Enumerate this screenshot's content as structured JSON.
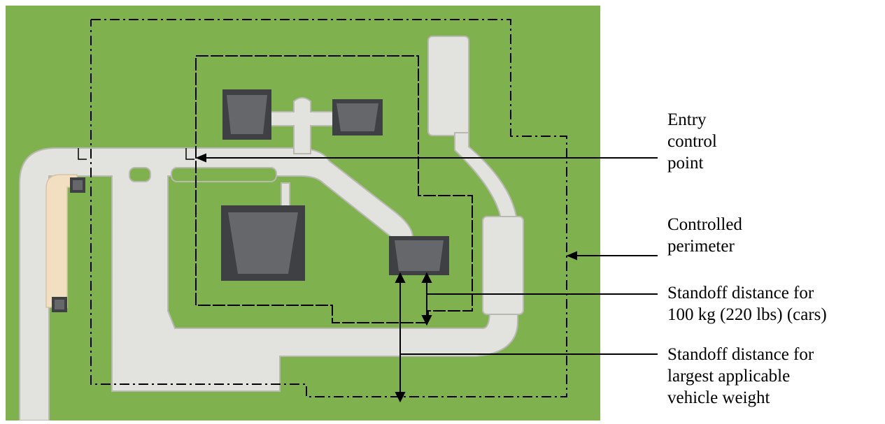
{
  "labels": {
    "entry_control_point": [
      "Entry",
      "control",
      "point"
    ],
    "controlled_perimeter": [
      "Controlled",
      "perimeter"
    ],
    "standoff_cars": [
      "Standoff distance for",
      "100 kg (220 lbs) (cars)"
    ],
    "standoff_largest": [
      "Standoff distance for",
      "largest applicable",
      "vehicle weight"
    ]
  },
  "colors": {
    "grass": "#7fb24e",
    "road": "#e2e2df",
    "road_edge": "#b9b9b2",
    "sand": "#f2dfc2",
    "building_top": "#65676a",
    "building_side": "#3e4043",
    "line": "#000000",
    "background": "#ffffff"
  }
}
